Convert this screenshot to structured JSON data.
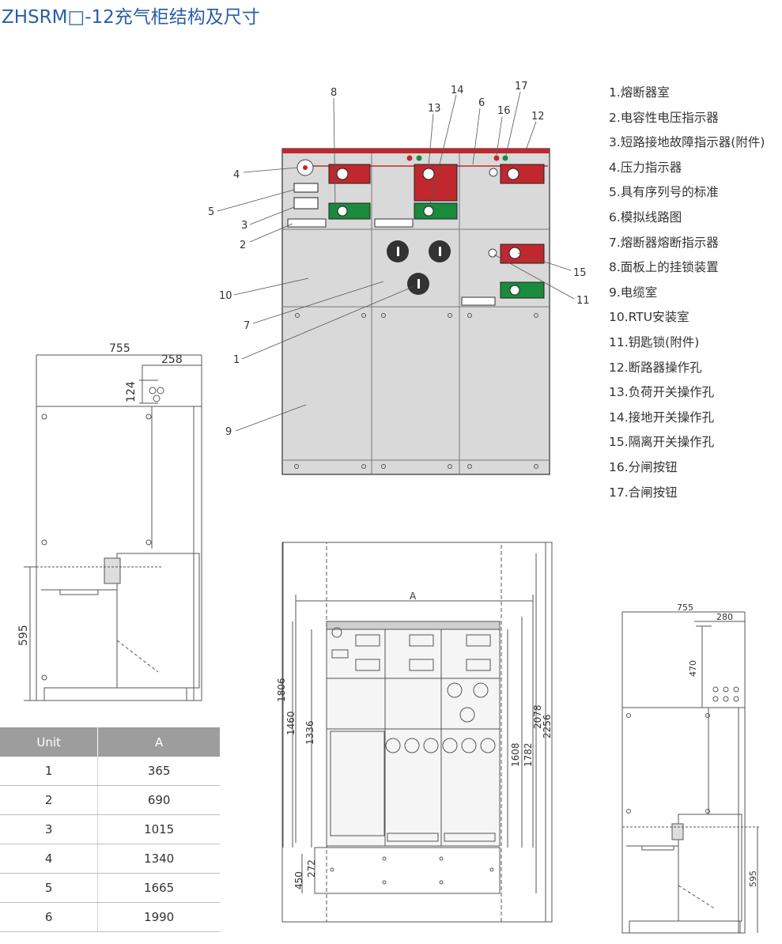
{
  "title": "ZHSRM□-12充气柜结构及尺寸",
  "legend": [
    "1.熔断器室",
    "2.电容性电压指示器",
    "3.短路接地故障指示器(附件)",
    "4.压力指示器",
    "5.具有序列号的标准",
    "6.模拟线路图",
    "7.熔断器熔断指示器",
    "8.面板上的挂锁装置",
    "9.电缆室",
    "10.RTU安装室",
    "11.钥匙锁(附件)",
    "12.断路器操作孔",
    "13.负荷开关操作孔",
    "14.接地开关操作孔",
    "15.隔离开关操作孔",
    "16.分闸按钮",
    "17.合闸按钮"
  ],
  "callouts": [
    "1",
    "2",
    "3",
    "4",
    "5",
    "6",
    "7",
    "8",
    "9",
    "10",
    "11",
    "12",
    "13",
    "14",
    "15",
    "16",
    "17"
  ],
  "side_left": {
    "d755": "755",
    "d258": "258",
    "d124": "124",
    "d595": "595"
  },
  "plan": {
    "A": "A",
    "d1806": "1806",
    "d1460": "1460",
    "d1336": "1336",
    "d450": "450",
    "d272": "272",
    "d1608": "1608",
    "d1782": "1782",
    "d2078": "2078",
    "d2256": "2256"
  },
  "side_right": {
    "d755": "755",
    "d280": "280",
    "d470": "470",
    "d595": "595"
  },
  "table": {
    "headers": [
      "Unit",
      "A"
    ],
    "rows": [
      [
        "1",
        "365"
      ],
      [
        "2",
        "690"
      ],
      [
        "3",
        "1015"
      ],
      [
        "4",
        "1340"
      ],
      [
        "5",
        "1665"
      ],
      [
        "6",
        "1990"
      ]
    ]
  },
  "colors": {
    "title": "#2a5fa8",
    "accent_red": "#c0282d",
    "indicator_green": "#1a8a3c",
    "panel_gray": "#d9d9d9",
    "header_gray": "#9d9d9d"
  }
}
